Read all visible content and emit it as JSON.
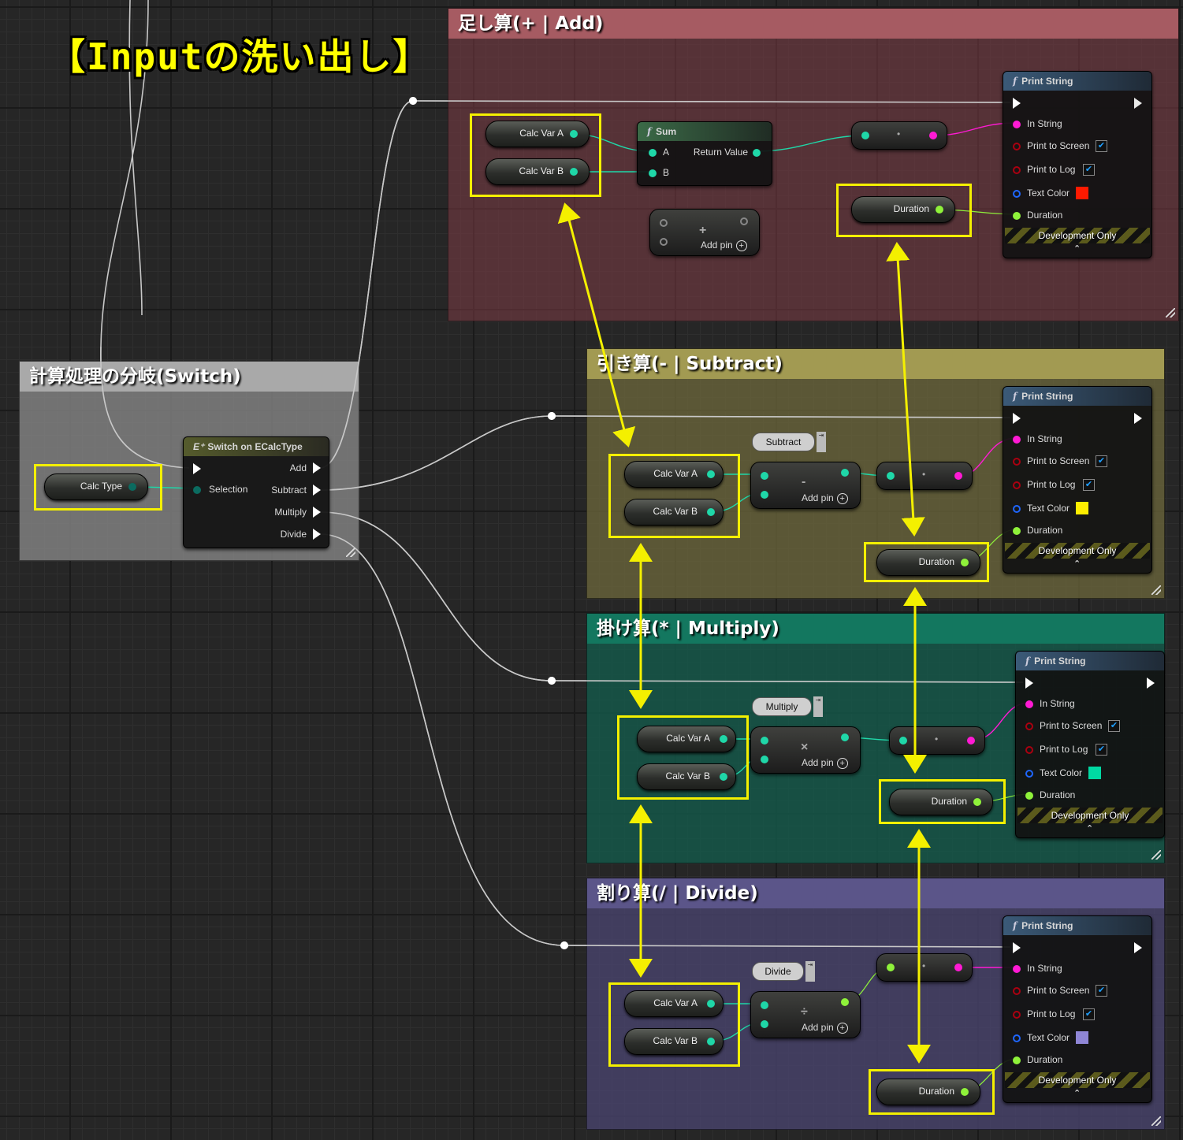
{
  "title": "【Inputの洗い出し】",
  "colors": {
    "wire_float": "#1fd7a8",
    "wire_string": "#ff1ad4",
    "wire_duration": "#8ff23a",
    "highlight": "#f4f000"
  },
  "comments": {
    "add": "足し算(+ | Add)",
    "subtract": "引き算(- | Subtract)",
    "multiply": "掛け算(* | Multiply)",
    "divide": "割り算(/ | Divide)",
    "switch": "計算処理の分岐(Switch)"
  },
  "vars": {
    "calc_type": "Calc Type",
    "calc_var_a": "Calc Var A",
    "calc_var_b": "Calc Var B",
    "duration": "Duration"
  },
  "switch_node": {
    "title": "Switch on ECalcType",
    "selection": "Selection",
    "outputs": [
      "Add",
      "Subtract",
      "Multiply",
      "Divide"
    ]
  },
  "sum_node": {
    "title": "Sum",
    "pin_a": "A",
    "pin_b": "B",
    "return_value": "Return Value"
  },
  "math": {
    "add_pin": "Add pin",
    "plus": "+",
    "minus": "-",
    "times": "×",
    "divide": "÷",
    "tooltip_subtract": "Subtract",
    "tooltip_multiply": "Multiply",
    "tooltip_divide": "Divide"
  },
  "convert_dot": "•",
  "print_string": {
    "title": "Print String",
    "in_string": "In String",
    "print_to_screen": "Print to Screen",
    "print_to_log": "Print to Log",
    "text_color": "Text Color",
    "duration": "Duration",
    "development_only": "Development Only",
    "check": "✔",
    "caret": "⌃",
    "text_colors": {
      "add": "#ff1a00",
      "subtract": "#ffee00",
      "multiply": "#00d9a3",
      "divide": "#8f86d6"
    }
  }
}
